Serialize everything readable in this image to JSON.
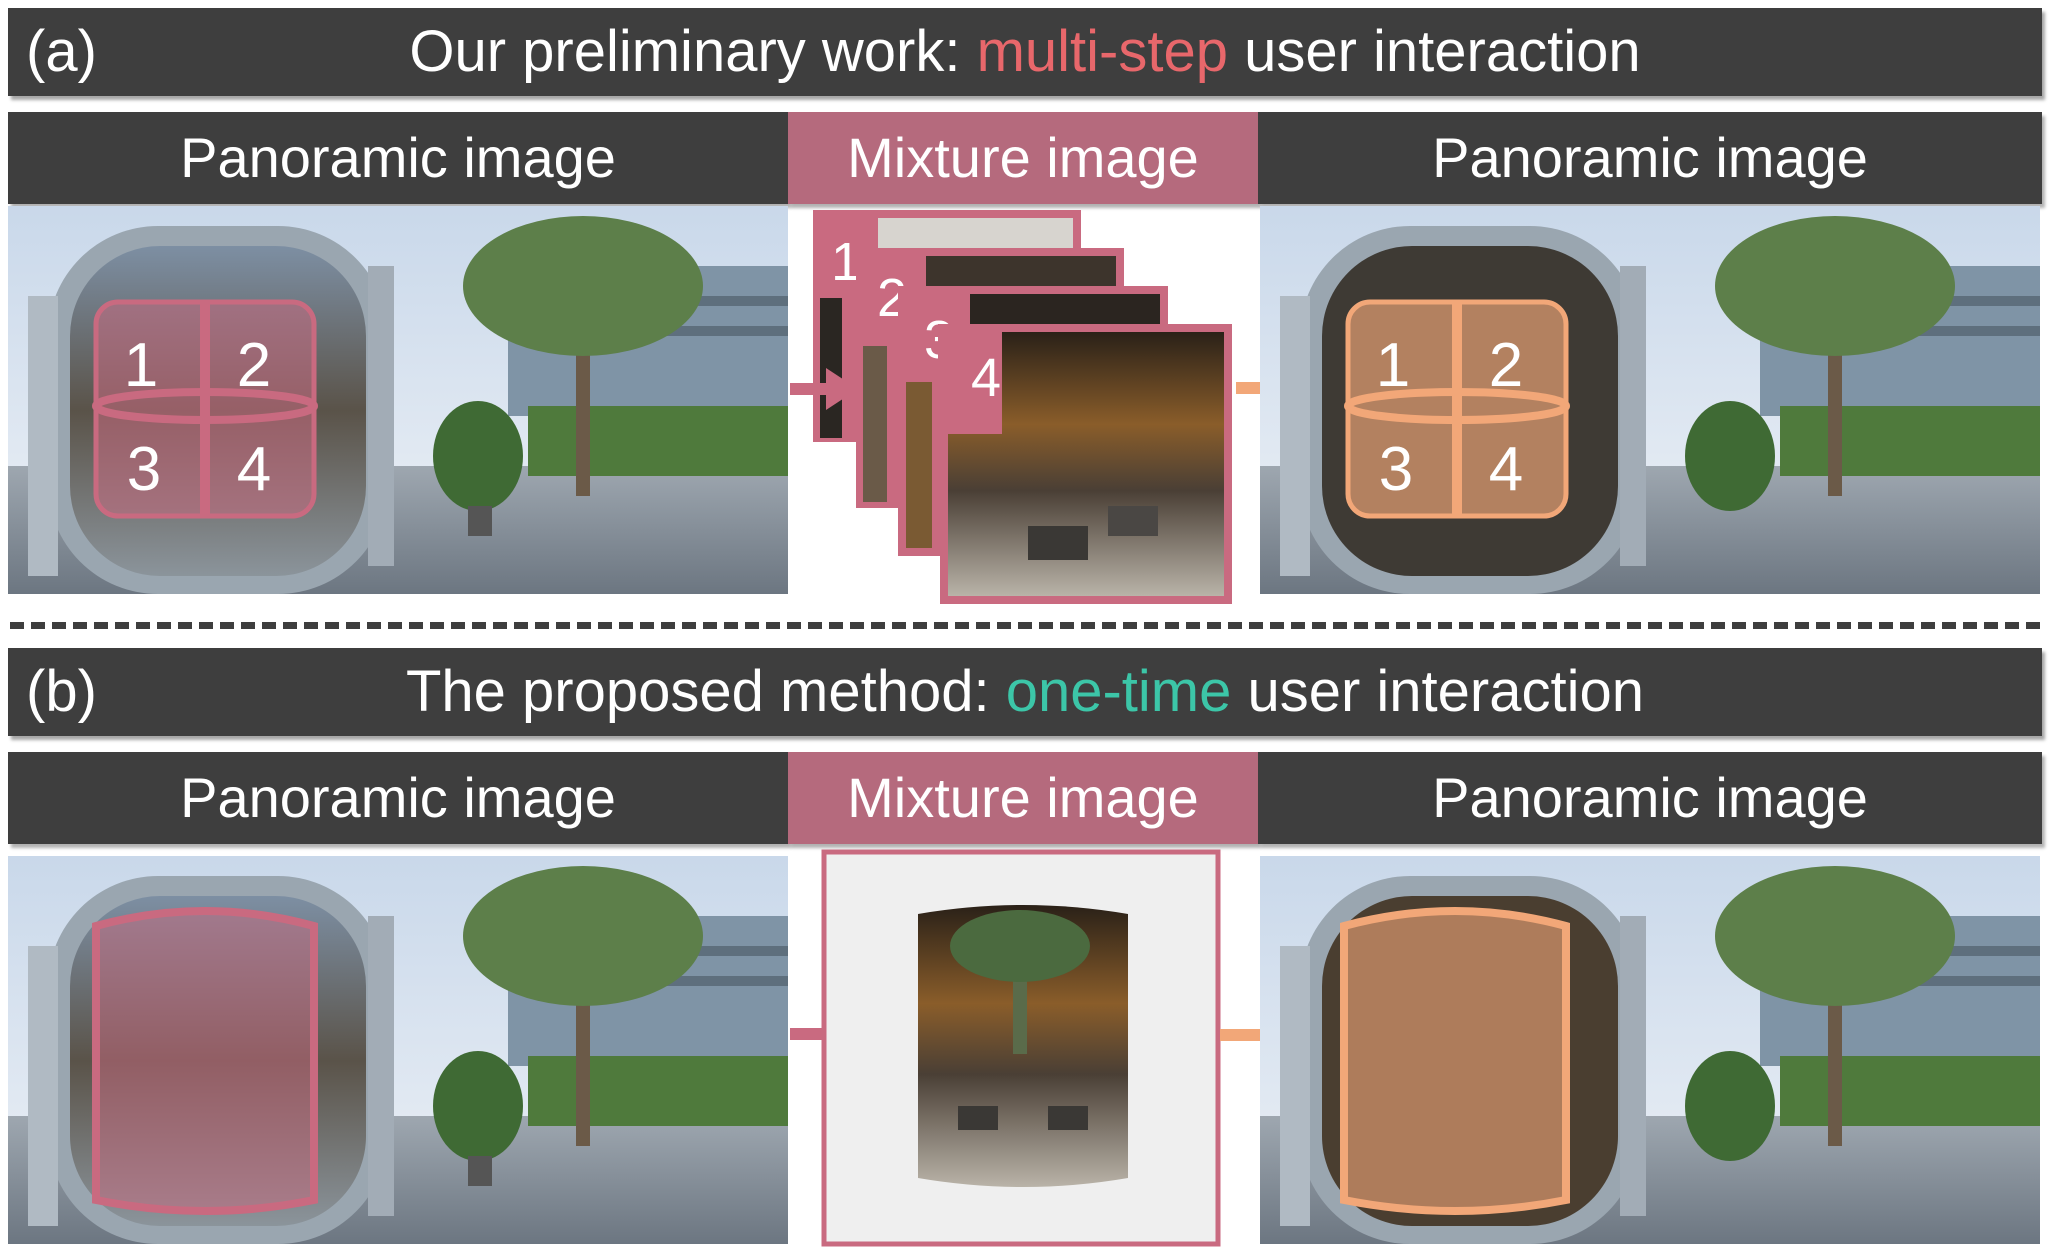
{
  "section_a": {
    "label": "(a)",
    "title_before": "Our preliminary work: ",
    "title_highlight": "multi-step",
    "title_after": " user interaction",
    "headers": {
      "left": "Panoramic image",
      "middle": "Mixture image",
      "right": "Panoramic image"
    },
    "region_numbers": [
      "1",
      "2",
      "3",
      "4"
    ]
  },
  "section_b": {
    "label": "(b)",
    "title_before": "The proposed method: ",
    "title_highlight": "one-time",
    "title_after": " user interaction",
    "headers": {
      "left": "Panoramic image",
      "middle": "Mixture image",
      "right": "Panoramic image"
    }
  },
  "colors": {
    "dark_bar": "#3e3e3e",
    "mixture_header": "#b56a7d",
    "input_overlay": "#c96a80",
    "output_overlay": "#f2a778",
    "highlight_red": "#e8676b",
    "highlight_teal": "#3cc6a8"
  }
}
